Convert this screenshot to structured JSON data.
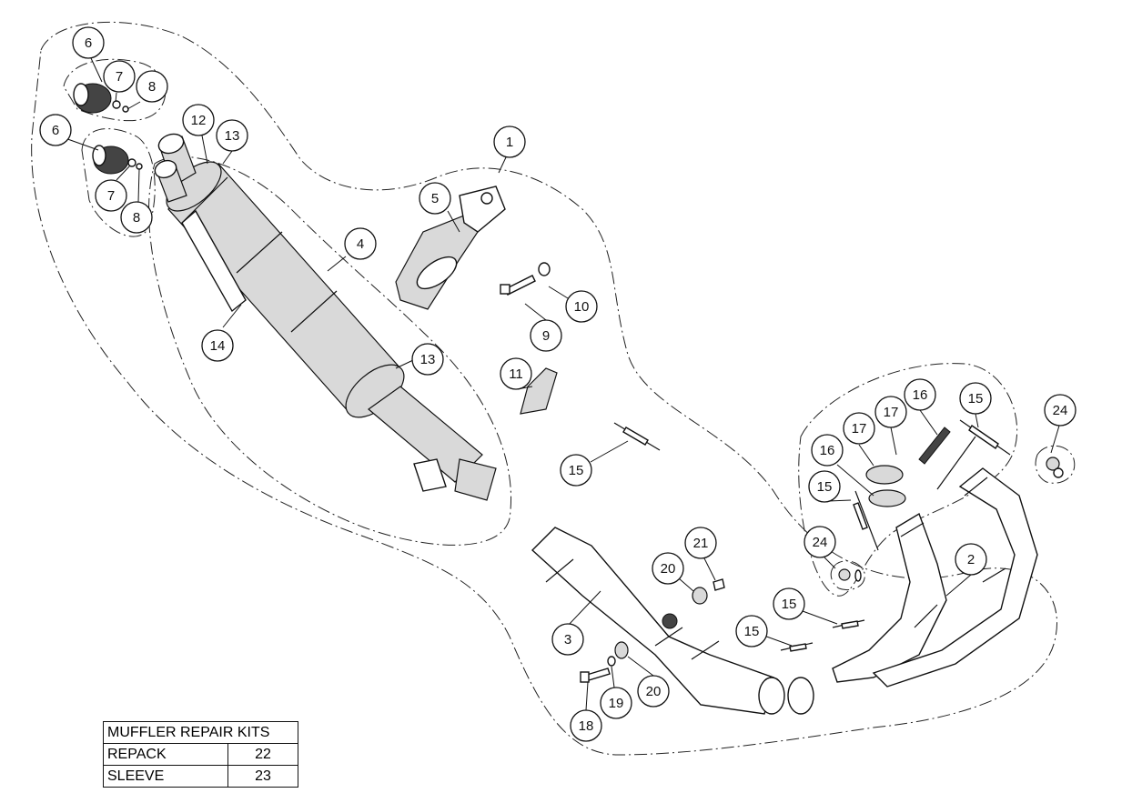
{
  "callouts": [
    {
      "n": "1"
    },
    {
      "n": "2"
    },
    {
      "n": "3"
    },
    {
      "n": "4"
    },
    {
      "n": "5"
    },
    {
      "n": "6"
    },
    {
      "n": "6"
    },
    {
      "n": "7"
    },
    {
      "n": "7"
    },
    {
      "n": "8"
    },
    {
      "n": "8"
    },
    {
      "n": "9"
    },
    {
      "n": "10"
    },
    {
      "n": "11"
    },
    {
      "n": "12"
    },
    {
      "n": "13"
    },
    {
      "n": "13"
    },
    {
      "n": "14"
    },
    {
      "n": "15"
    },
    {
      "n": "15"
    },
    {
      "n": "15"
    },
    {
      "n": "15"
    },
    {
      "n": "15"
    },
    {
      "n": "16"
    },
    {
      "n": "16"
    },
    {
      "n": "17"
    },
    {
      "n": "17"
    },
    {
      "n": "18"
    },
    {
      "n": "19"
    },
    {
      "n": "20"
    },
    {
      "n": "20"
    },
    {
      "n": "21"
    },
    {
      "n": "24"
    },
    {
      "n": "24"
    }
  ],
  "repair_kits": {
    "title": "MUFFLER REPAIR KITS",
    "rows": [
      {
        "name": "REPACK",
        "number": "22"
      },
      {
        "name": "SLEEVE",
        "number": "23"
      }
    ]
  }
}
